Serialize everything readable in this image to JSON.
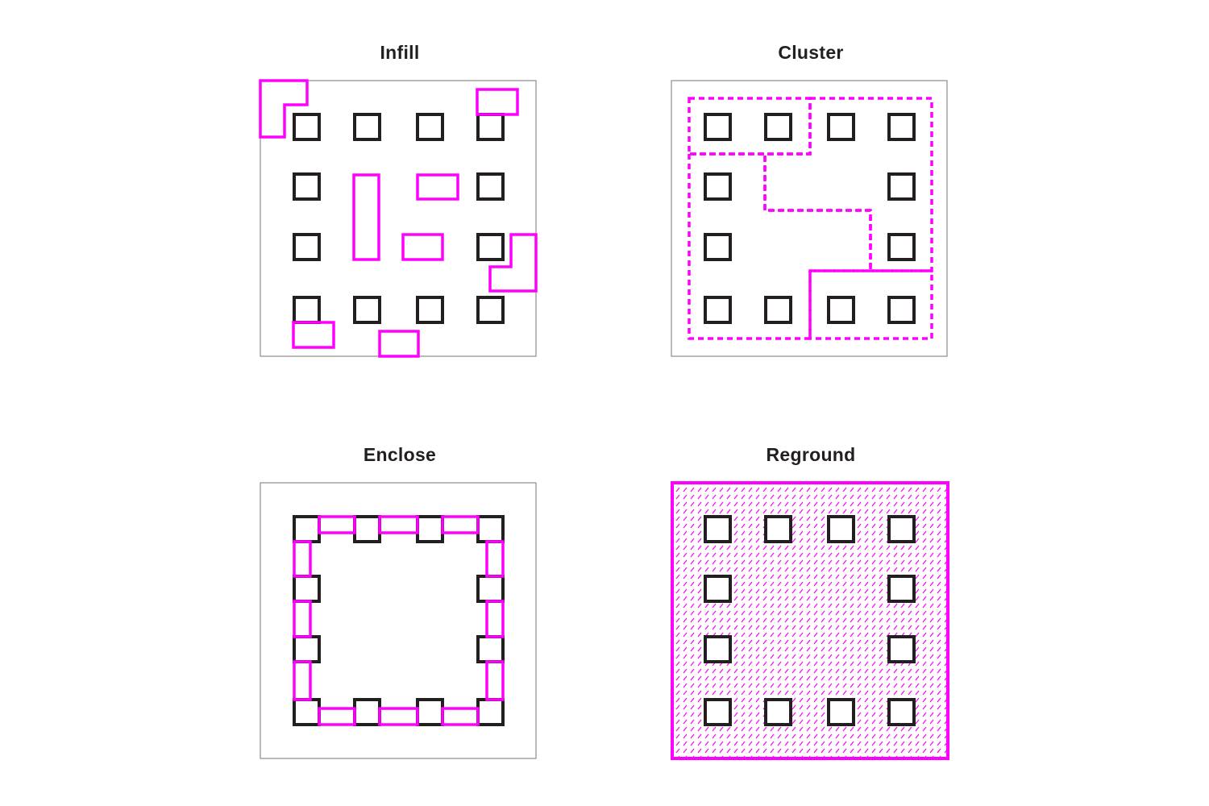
{
  "panels": [
    {
      "title": "Infill"
    },
    {
      "title": "Cluster"
    },
    {
      "title": "Enclose"
    },
    {
      "title": "Reground"
    }
  ],
  "colors": {
    "accent": "#ff00ff",
    "ink": "#231f20",
    "frame": "#8c8c8c",
    "background": "#ffffff"
  }
}
